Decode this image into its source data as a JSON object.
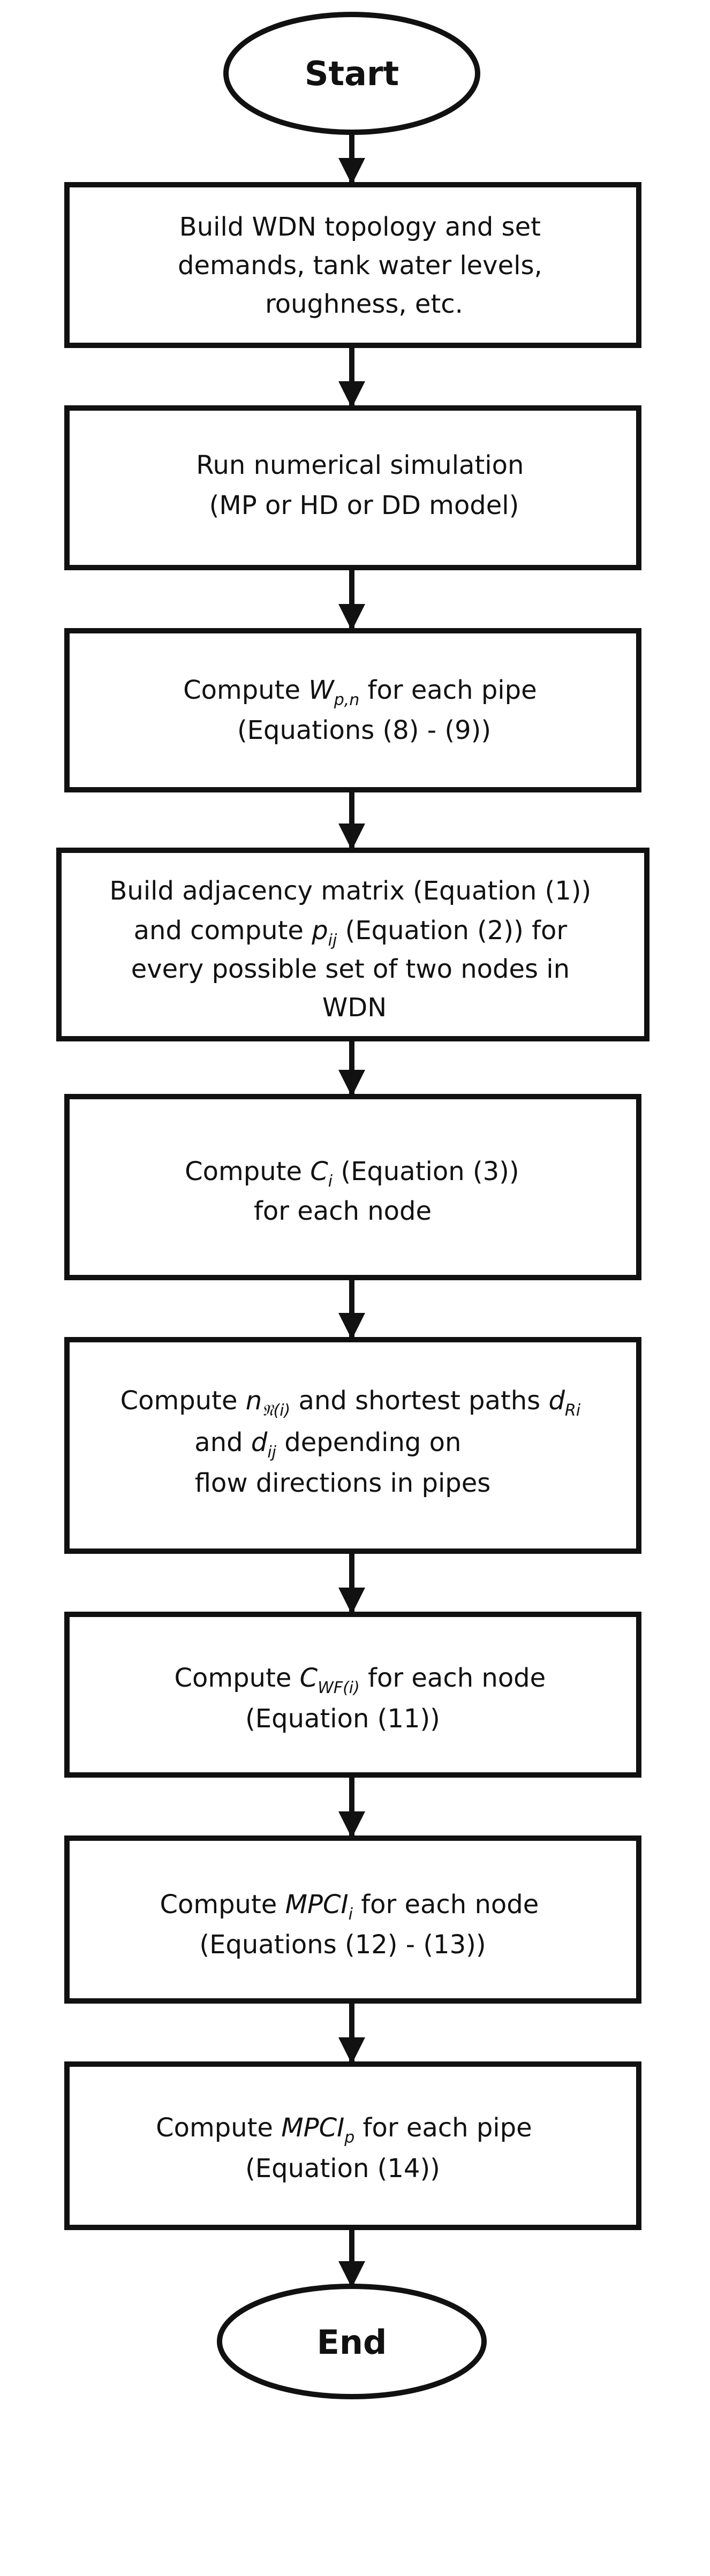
{
  "flowchart": {
    "start": "Start",
    "end": "End",
    "steps": [
      {
        "lines": [
          "Build WDN topology and set",
          "demands, tank water levels,",
          "roughness, etc."
        ]
      },
      {
        "lines": [
          "Run numerical simulation",
          "(MP or HD or DD model)"
        ]
      },
      {
        "line1_pre": "Compute ",
        "line1_var": "W",
        "line1_sub": "p,n",
        "line1_post": " for each pipe",
        "line2": "(Equations (8) - (9))"
      },
      {
        "line1": "Build adjacency matrix (Equation (1))",
        "line2_pre": "and compute ",
        "line2_var": "p",
        "line2_sub": "ij",
        "line2_post": " (Equation (2)) for",
        "line3": "every possible set of two nodes in",
        "line4": "WDN"
      },
      {
        "line1_pre": "Compute ",
        "line1_var": "C",
        "line1_sub": "i",
        "line1_post": " (Equation (3))",
        "line2": "for each node"
      },
      {
        "line1_pre": "Compute ",
        "line1_var": "n",
        "line1_sub": "𝔑(i)",
        "line1_mid": " and shortest paths ",
        "line1_var2": "d",
        "line1_sub2": "Ri",
        "line2_pre": "and ",
        "line2_var": "d",
        "line2_sub": "ij",
        "line2_post": " depending on",
        "line3": "flow directions in pipes"
      },
      {
        "line1_pre": "Compute ",
        "line1_var": "C",
        "line1_sub": "WF(i)",
        "line1_post": " for each node",
        "line2": "(Equation (11))"
      },
      {
        "line1_pre": "Compute ",
        "line1_var": "MPCI",
        "line1_sub": "i",
        "line1_post": " for each node",
        "line2": "(Equations (12) - (13))"
      },
      {
        "line1_pre": "Compute ",
        "line1_var": "MPCI",
        "line1_sub": "p",
        "line1_post": " for each pipe",
        "line2": "(Equation (14))"
      }
    ]
  }
}
